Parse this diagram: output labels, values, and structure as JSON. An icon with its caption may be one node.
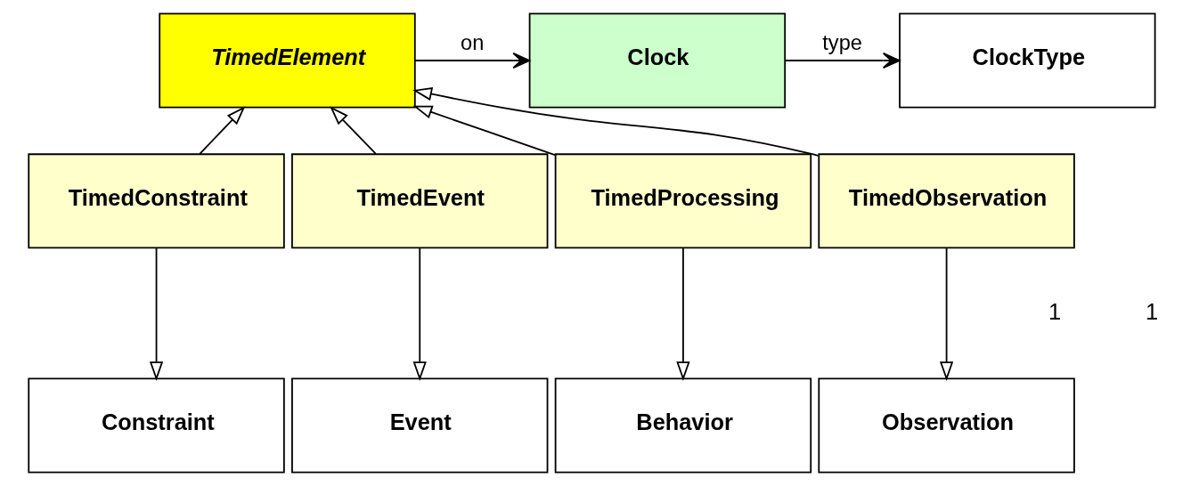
{
  "diagram": {
    "nodes": [
      {
        "text": [
          "ClockType"
        ]
      },
      {
        "text": [
          "Clock"
        ]
      },
      {
        "text": [
          "TimedElement"
        ]
      },
      {
        "text": [
          "TimedConstraint"
        ]
      },
      {
        "text": [
          "TimedEvent"
        ]
      },
      {
        "text": [
          "TimedProcessing"
        ]
      },
      {
        "text": [
          "TimedObservation"
        ]
      },
      {
        "text": [
          "Constraint"
        ]
      },
      {
        "text": [
          "Event"
        ]
      },
      {
        "text": [
          "Behavior"
        ]
      },
      {
        "text": [
          "Observation"
        ]
      }
    ],
    "edges": [
      {
        "from": 1,
        "to": 0,
        "arrow": "to",
        "label": "type"
      },
      {
        "from": 2,
        "to": 1,
        "arrow": "to",
        "label": "on"
      },
      {
        "from": 3,
        "to": 2,
        "arrow": "to"
      },
      {
        "from": 4,
        "to": 2,
        "arrow": "to"
      },
      {
        "from": 5,
        "to": 2,
        "arrow": "to"
      },
      {
        "from": 6,
        "to": 2,
        "arrow": "to"
      },
      {
        "from": 3,
        "to": 7,
        "arrow": "to"
      },
      {
        "from": 4,
        "to": 8,
        "arrow": "to"
      },
      {
        "from": 5,
        "to": 9,
        "arrow": "to"
      },
      {
        "from": 6,
        "to": 10,
        "arrow": "to"
      }
    ],
    "labels": [
      "1",
      "1"
    ]
  }
}
